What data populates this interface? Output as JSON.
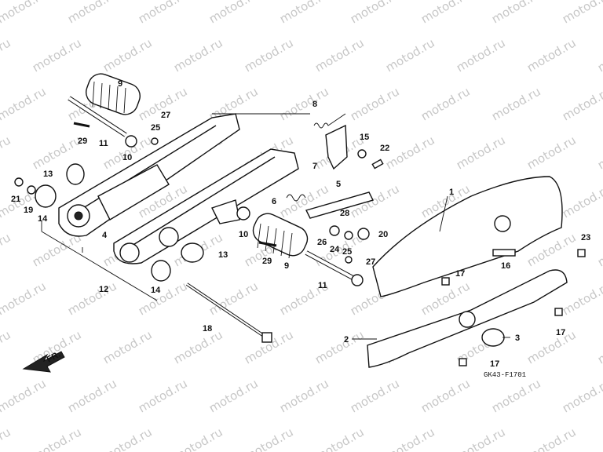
{
  "watermark": "motod.ru",
  "diagram_code": "GK43-F1701",
  "direction_label": "FR.",
  "callouts": [
    "1",
    "2",
    "3",
    "4",
    "5",
    "6",
    "7",
    "8",
    "9",
    "10",
    "11",
    "12",
    "13",
    "14",
    "15",
    "16",
    "17",
    "18",
    "19",
    "20",
    "21",
    "22",
    "23",
    "24",
    "25",
    "26",
    "27",
    "28",
    "29"
  ]
}
